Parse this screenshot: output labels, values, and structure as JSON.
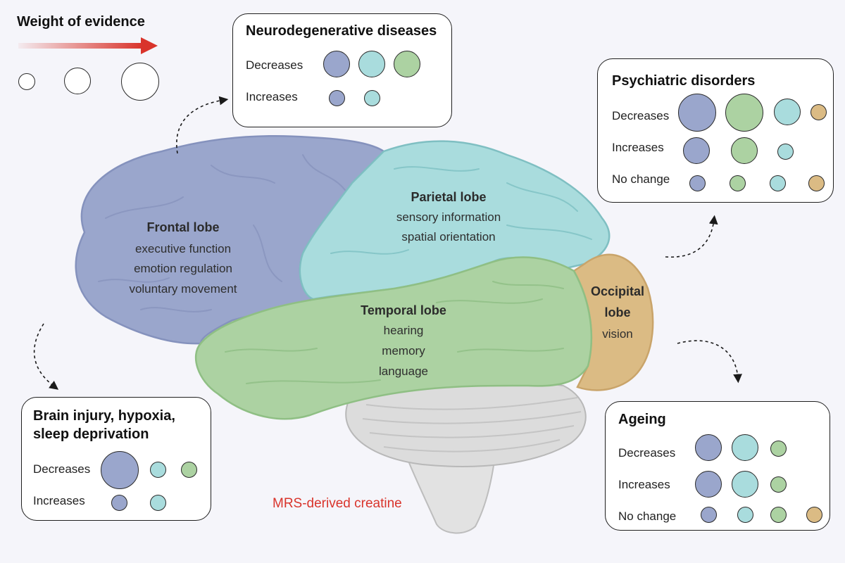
{
  "legend": {
    "title": "Weight of evidence"
  },
  "caption": "MRS-derived creatine",
  "colors": {
    "frontal": "#9aa6cc",
    "parietal": "#a9dcdd",
    "temporal": "#acd2a2",
    "occipital": "#dbbb84",
    "cerebellum": "#dedede",
    "arrow": "#d9342b",
    "caption": "#d9342b"
  },
  "lobes": {
    "frontal": {
      "title": "Frontal lobe",
      "lines": [
        "executive function",
        "emotion regulation",
        "voluntary movement"
      ]
    },
    "parietal": {
      "title": "Parietal lobe",
      "lines": [
        "sensory information",
        "spatial orientation"
      ]
    },
    "temporal": {
      "title": "Temporal lobe",
      "lines": [
        "hearing",
        "memory",
        "language"
      ]
    },
    "occipital": {
      "title_line1": "Occipital",
      "title_line2": "lobe",
      "lines": [
        "vision"
      ]
    }
  },
  "panels": {
    "neuro": {
      "title": "Neurodegenerative diseases",
      "rows": [
        {
          "label": "Decreases",
          "dots": [
            "frontal",
            "parietal",
            "temporal"
          ]
        },
        {
          "label": "Increases",
          "dots": [
            "frontal",
            "parietal"
          ]
        }
      ]
    },
    "psych": {
      "title": "Psychiatric disorders",
      "rows": [
        {
          "label": "Decreases",
          "dots": [
            "frontal",
            "temporal",
            "parietal",
            "occipital"
          ]
        },
        {
          "label": "Increases",
          "dots": [
            "frontal",
            "temporal",
            "parietal"
          ]
        },
        {
          "label": "No change",
          "dots": [
            "frontal",
            "temporal",
            "parietal",
            "occipital"
          ]
        }
      ]
    },
    "injury": {
      "title_line1": "Brain injury, hypoxia,",
      "title_line2": "sleep deprivation",
      "rows": [
        {
          "label": "Decreases",
          "dots": [
            "frontal",
            "parietal",
            "temporal"
          ]
        },
        {
          "label": "Increases",
          "dots": [
            "frontal",
            "parietal"
          ]
        }
      ]
    },
    "ageing": {
      "title": "Ageing",
      "rows": [
        {
          "label": "Decreases",
          "dots": [
            "frontal",
            "parietal",
            "temporal"
          ]
        },
        {
          "label": "Increases",
          "dots": [
            "frontal",
            "parietal",
            "temporal"
          ]
        },
        {
          "label": "No change",
          "dots": [
            "frontal",
            "parietal",
            "temporal",
            "occipital"
          ]
        }
      ]
    }
  }
}
